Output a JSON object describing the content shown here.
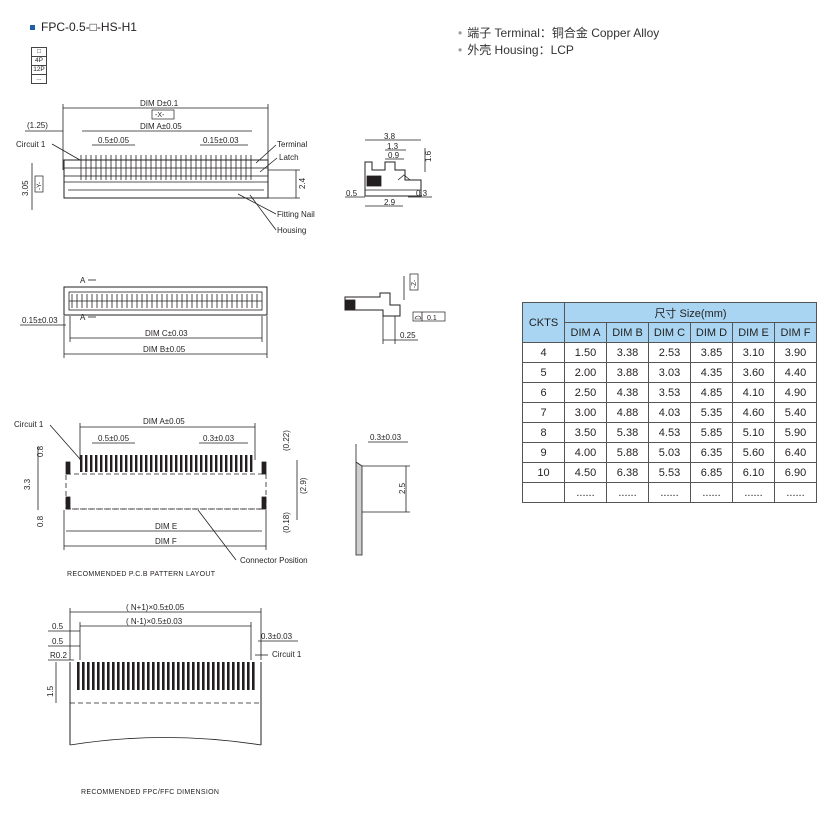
{
  "title": "FPC-0.5-□-HS-H1",
  "selector": [
    "□",
    "4P",
    "12P",
    "..."
  ],
  "specs": [
    "端子 Terminal：铜合金 Copper Alloy",
    "外壳 Housing：LCP"
  ],
  "labels": {
    "dim_d": "DIM D±0.1",
    "x_datum": "-X-",
    "dim_a": "DIM A±0.05",
    "offset_125": "(1.25)",
    "circuit1": "Circuit 1",
    "pitch": "0.5±0.05",
    "pin_w": "0.15±0.03",
    "terminal": "Terminal",
    "latch": "Latch",
    "h305": "3.05",
    "y_datum": "-Y-",
    "h24": "2.4",
    "fitting_nail": "Fitting Nail",
    "housing": "Housing",
    "s38": "3.8",
    "s13": "1.3",
    "s09": "0.9",
    "s16": "1.6",
    "s05": "0.5",
    "s29": "2.9",
    "s03": "0.3",
    "a_mark": "A",
    "pin_w2": "0.15±0.03",
    "dim_c": "DIM C±0.03",
    "dim_b": "DIM B±0.05",
    "z_datum": "-Z-",
    "flat": "0.1",
    "s025": "0.25",
    "pcb_dim_a": "DIM A±0.05",
    "pcb_pitch": "0.5±0.05",
    "pcb_w": "0.3±0.03",
    "p08": "0.8",
    "p33": "3.3",
    "p022": "(0.22)",
    "p29": "(2.9)",
    "p018": "(0.18)",
    "dim_e": "DIM E",
    "dim_f": "DIM F",
    "conn_pos": "Connector Position",
    "pcb_caption": "RECOMMENDED  P.C.B  PATTERN  LAYOUT",
    "side_w": "0.3±0.03",
    "side_h": "2.5",
    "fpc_n1": "( N+1)×0.5±0.05",
    "fpc_nm1": "( N-1)×0.5±0.03",
    "fpc_05a": "0.5",
    "fpc_05b": "0.5",
    "fpc_r": "R0.2",
    "fpc_w": "0.3±0.03",
    "fpc_15": "1.5",
    "fpc_caption": "RECOMMENDED  FPC/FFC DIMENSION"
  },
  "table": {
    "ckts_header": "CKTS",
    "group_header": "尺寸 Size(mm)",
    "columns": [
      "DIM A",
      "DIM B",
      "DIM C",
      "DIM D",
      "DIM E",
      "DIM F"
    ],
    "rows": [
      [
        "4",
        "1.50",
        "3.38",
        "2.53",
        "3.85",
        "3.10",
        "3.90"
      ],
      [
        "5",
        "2.00",
        "3.88",
        "3.03",
        "4.35",
        "3.60",
        "4.40"
      ],
      [
        "6",
        "2.50",
        "4.38",
        "3.53",
        "4.85",
        "4.10",
        "4.90"
      ],
      [
        "7",
        "3.00",
        "4.88",
        "4.03",
        "5.35",
        "4.60",
        "5.40"
      ],
      [
        "8",
        "3.50",
        "5.38",
        "4.53",
        "5.85",
        "5.10",
        "5.90"
      ],
      [
        "9",
        "4.00",
        "5.88",
        "5.03",
        "6.35",
        "5.60",
        "6.40"
      ],
      [
        "10",
        "4.50",
        "6.38",
        "5.53",
        "6.85",
        "6.10",
        "6.90"
      ],
      [
        "",
        "......",
        "......",
        "......",
        "......",
        "......",
        "......"
      ]
    ]
  },
  "colors": {
    "accent": "#1f5fa8",
    "table_header": "#a9d5f2"
  }
}
